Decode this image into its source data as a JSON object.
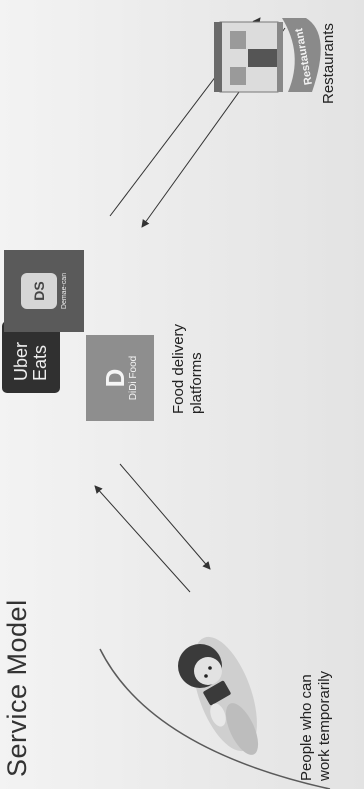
{
  "title": "Service Model",
  "nodes": {
    "people": {
      "line1": "People who can",
      "line2": "work temporarily",
      "icon": "person-with-phone-icon"
    },
    "platforms": {
      "line1": "Food delivery",
      "line2": "platforms",
      "logos": {
        "uber_line1": "Uber",
        "uber_line2": "Eats",
        "didi_glyph": "D",
        "didi_text": "DiDi Food",
        "demae_mark": "DS",
        "demae_text": "Demae-can"
      }
    },
    "restaurants": {
      "label": "Restaurants",
      "icon": "restaurant-building-icon",
      "sign": "Restaurant"
    }
  },
  "colors": {
    "uber_bg": "#303030",
    "didi_bg": "#8e8e8e",
    "demae_bg": "#5a5a5a",
    "arrow": "#333333",
    "title": "#333333"
  }
}
